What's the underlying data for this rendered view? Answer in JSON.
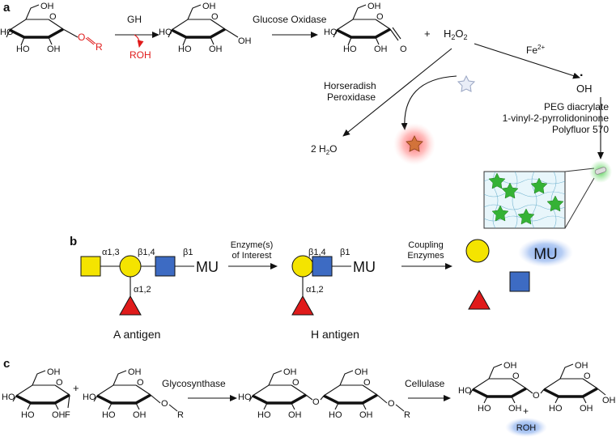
{
  "colors": {
    "accent_red": "#e01b1b",
    "galnac_yellow": "#f4e400",
    "glcnac_blue": "#3d6bc3",
    "fucose_red": "#e01b1b",
    "fluor_green": "#3bb63b",
    "glow_blue": "#8fb3ee",
    "glow_red": "#f7a8a8"
  },
  "panels": {
    "a": {
      "label": "a",
      "gh_label": "GH",
      "roh_label": "ROH",
      "o_label": "O",
      "r_label": "R",
      "glucose_oxidase": "Glucose Oxidase",
      "plus": "+",
      "h2o2": "H",
      "h2o2_sub1": "2",
      "h2o2_mid": "O",
      "h2o2_sub2": "2",
      "fe": "Fe",
      "fe_sup": "2+",
      "oh_radical": "OH",
      "radical_dot": "·",
      "hrp_line1": "Horseradish",
      "hrp_line2": "Peroxidase",
      "water": "2 H",
      "water_sub": "2",
      "water_o": "O",
      "peg_line1": "PEG diacrylate",
      "peg_line2": "1-vinyl-2-pyrrolidoninone",
      "peg_line3": "Polyfluor 570",
      "ho": "HO",
      "oh": "OH",
      "o": "O"
    },
    "b": {
      "label": "b",
      "a1_3": "α1,3",
      "b1_4": "β1,4",
      "b1": "β1",
      "a1_2": "α1,2",
      "mu": "MU",
      "enzyme_line1": "Enzyme(s)",
      "enzyme_line2": "of Interest",
      "coupling_line1": "Coupling",
      "coupling_line2": "Enzymes",
      "a_antigen": "A antigen",
      "h_antigen": "H antigen"
    },
    "c": {
      "label": "c",
      "glycosynthase": "Glycosynthase",
      "cellulase": "Cellulase",
      "plus": "+",
      "f": "F",
      "o": "O",
      "r": "R",
      "roh": "ROH",
      "ho": "HO",
      "oh": "OH"
    }
  }
}
